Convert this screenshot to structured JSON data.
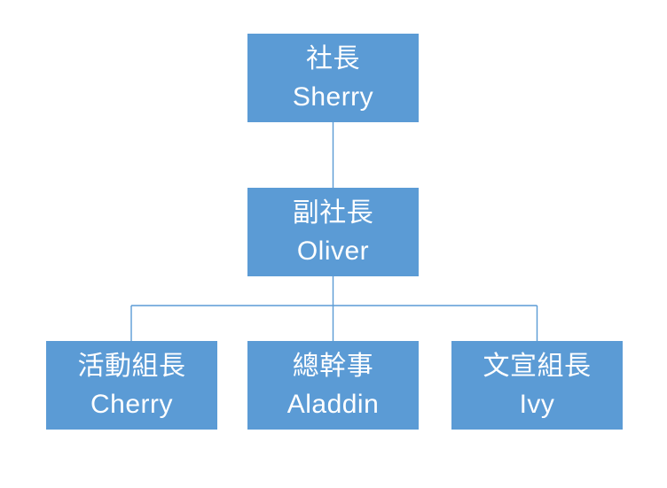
{
  "diagram": {
    "type": "org-chart",
    "background_color": "#FFFFFF",
    "node_fill_color": "#5B9BD5",
    "node_text_color": "#FFFFFF",
    "connector_color": "#5B9BD5"
  },
  "nodes": [
    {
      "id": "president",
      "role": "社長",
      "person": "Sherry"
    },
    {
      "id": "vice-president",
      "role": "副社長",
      "person": "Oliver"
    },
    {
      "id": "activities-lead",
      "role": "活動組長",
      "person": "Cherry"
    },
    {
      "id": "secretary-general",
      "role": "總幹事",
      "person": "Aladdin"
    },
    {
      "id": "publicity-lead",
      "role": "文宣組長",
      "person": "Ivy"
    }
  ],
  "edges": [
    {
      "from": "president",
      "to": "vice-president"
    },
    {
      "from": "vice-president",
      "to": "activities-lead"
    },
    {
      "from": "vice-president",
      "to": "secretary-general"
    },
    {
      "from": "vice-president",
      "to": "publicity-lead"
    }
  ]
}
